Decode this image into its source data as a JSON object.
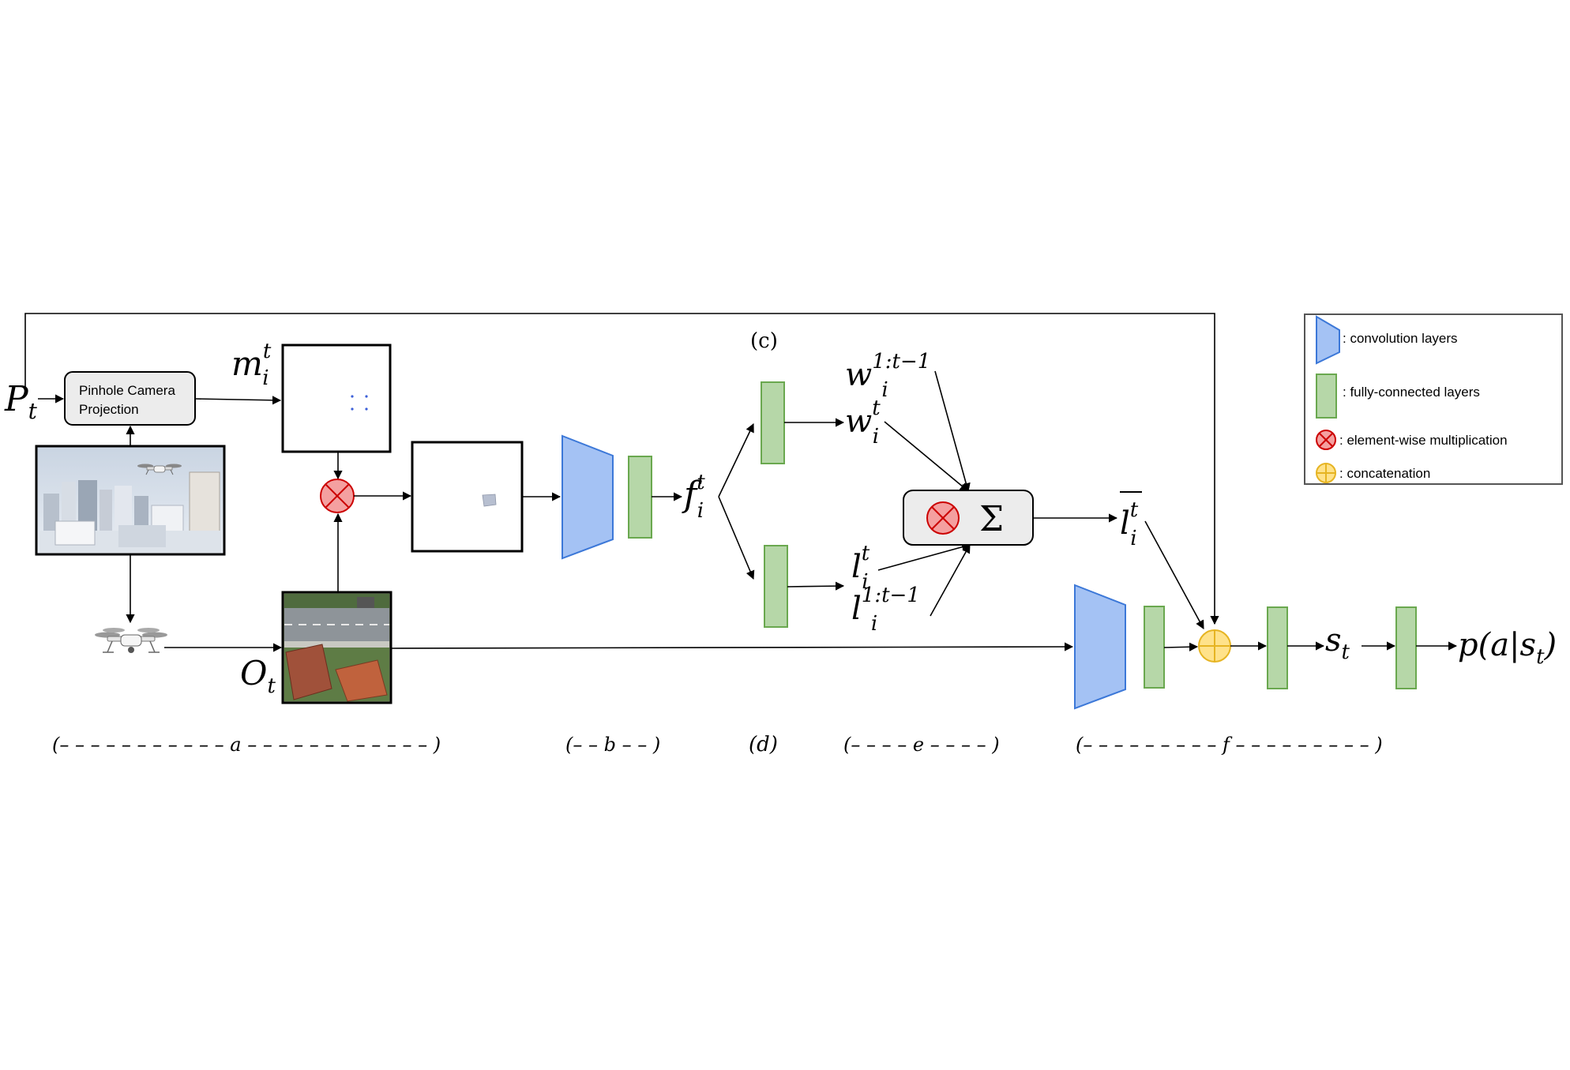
{
  "diagram": {
    "labels": {
      "P": "P",
      "P_sub": "t",
      "m": "m",
      "m_sup": "t",
      "m_sub": "i",
      "O": "O",
      "O_sub": "t",
      "f": "f",
      "f_sup": "t",
      "f_sub": "i",
      "w1": "w",
      "w1_sup": "1:t−1",
      "w1_sub": "i",
      "w2": "w",
      "w2_sup": "t",
      "w2_sub": "i",
      "l1": "l",
      "l1_sup": "t",
      "l1_sub": "i",
      "l2": "l",
      "l2_sup": "1:t−1",
      "l2_sub": "i",
      "lbar": "l",
      "lbar_sup": "t",
      "lbar_sub": "i",
      "s": "s",
      "s_sub": "t",
      "pa_open": "p(a|s",
      "pa_sub": "t",
      "pa_close": ")",
      "c_label": "(c)",
      "d_label": "(d)",
      "sigma": "Σ"
    },
    "pinhole_box": {
      "line1": "Pinhole Camera",
      "line2": "Projection"
    },
    "sections": {
      "a": "(– – – – – – – – – – – a – – – – – – – – – – – – )",
      "b": "(– – b – – )",
      "e": "(– – – – e – – – – )",
      "f": "(– – – – – – – – – f – – – – – – – – – )"
    },
    "legend": {
      "conv": ": convolution layers",
      "fc": ": fully-connected layers",
      "mult": ": element-wise multiplication",
      "concat": ": concatenation"
    },
    "colors": {
      "conv_fill": "#a4c2f4",
      "conv_stroke": "#3c78d8",
      "fc_fill": "#b6d7a8",
      "fc_stroke": "#6aa84f",
      "mult_fill": "#f4a0a0",
      "mult_stroke": "#cc0000",
      "concat_fill": "#ffe28a",
      "concat_stroke": "#e6b422"
    }
  }
}
